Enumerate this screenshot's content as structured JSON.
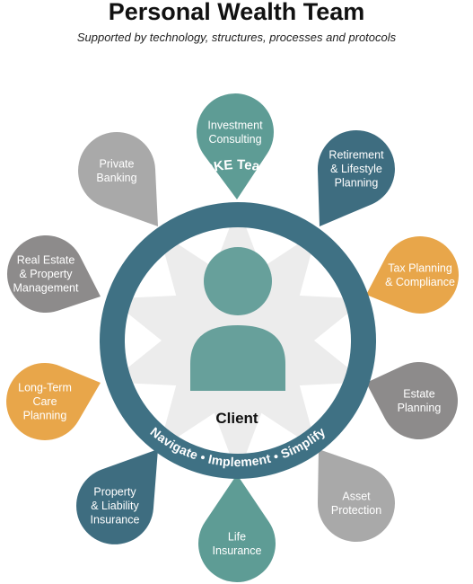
{
  "header": {
    "title": "Personal Wealth Team",
    "subtitle": "Supported by technology, structures, processes and protocols"
  },
  "colors": {
    "teal": "#5e9c95",
    "dark_blue": "#3e6d80",
    "orange": "#e8a64a",
    "gray": "#a9a9a9",
    "dark_gray": "#8d8b8b",
    "ring": "#3f7184"
  },
  "hub": {
    "ring_top_label": "DKE Team",
    "ring_bottom_label": "Navigate • Implement • Simplify",
    "center_label": "Client",
    "center_icon": "person-icon"
  },
  "petals": [
    {
      "id": "investment-consulting",
      "lines": [
        "Investment",
        "Consulting"
      ],
      "color": "teal"
    },
    {
      "id": "retirement-lifestyle-planning",
      "lines": [
        "Retirement",
        "& Lifestyle",
        "Planning"
      ],
      "color": "dark_blue"
    },
    {
      "id": "tax-planning-compliance",
      "lines": [
        "Tax Planning",
        "& Compliance"
      ],
      "color": "orange"
    },
    {
      "id": "estate-planning",
      "lines": [
        "Estate",
        "Planning"
      ],
      "color": "dark_gray"
    },
    {
      "id": "asset-protection",
      "lines": [
        "Asset",
        "Protection"
      ],
      "color": "gray"
    },
    {
      "id": "life-insurance",
      "lines": [
        "Life",
        "Insurance"
      ],
      "color": "teal"
    },
    {
      "id": "property-liability-insurance",
      "lines": [
        "Property",
        "& Liability",
        "Insurance"
      ],
      "color": "dark_blue"
    },
    {
      "id": "long-term-care-planning",
      "lines": [
        "Long-Term",
        "Care",
        "Planning"
      ],
      "color": "orange"
    },
    {
      "id": "real-estate-property-management",
      "lines": [
        "Real Estate",
        "& Property",
        "Management"
      ],
      "color": "dark_gray"
    },
    {
      "id": "private-banking",
      "lines": [
        "Private",
        "Banking"
      ],
      "color": "gray"
    }
  ]
}
